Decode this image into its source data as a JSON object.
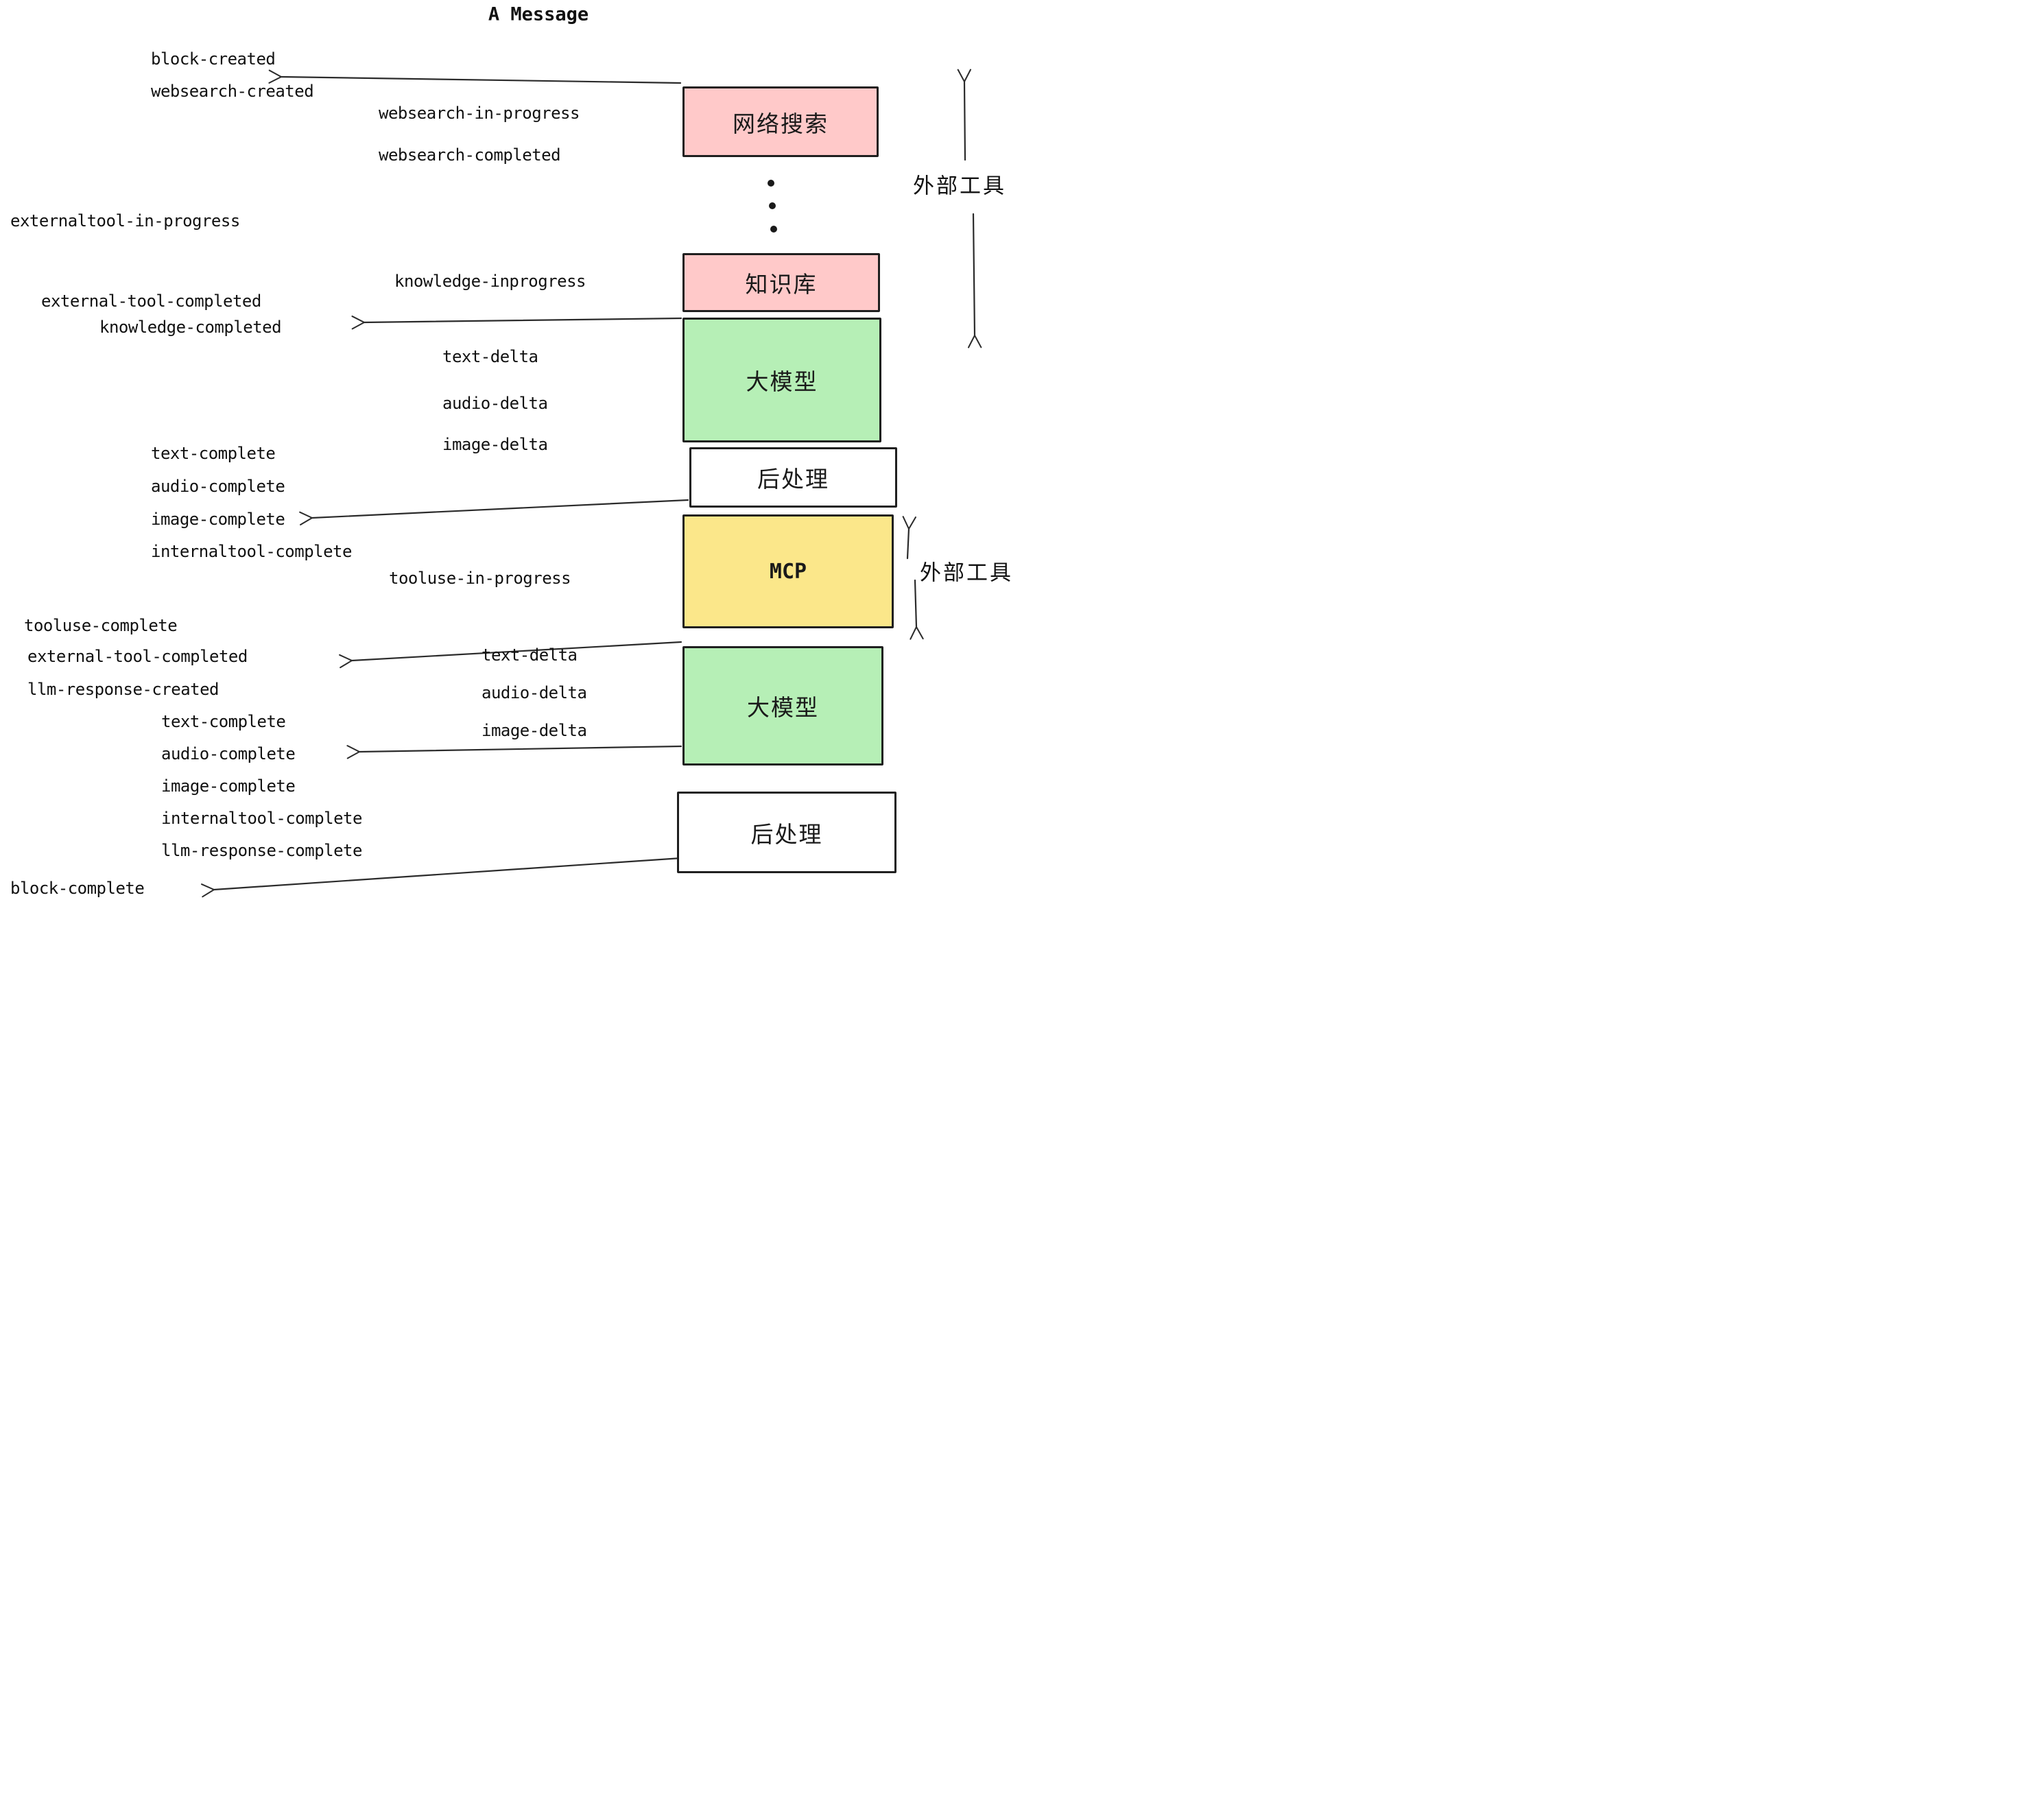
{
  "title": "A Message",
  "colors": {
    "background": "#ffffff",
    "text": "#111111",
    "line": "#2b2b2b",
    "pink": "#ffc9c9",
    "green": "#b6efb6",
    "yellow": "#fbe78a",
    "white": "#ffffff"
  },
  "boxes": [
    {
      "label": "网络搜索",
      "color": "#ffc9c9"
    },
    {
      "label": "知识库",
      "color": "#ffc9c9"
    },
    {
      "label": "大模型",
      "color": "#b6efb6"
    },
    {
      "label": "后处理",
      "color": "#ffffff"
    },
    {
      "label": "MCP",
      "color": "#fbe78a"
    },
    {
      "label": "大模型",
      "color": "#b6efb6"
    },
    {
      "label": "后处理",
      "color": "#ffffff"
    }
  ],
  "side_labels": {
    "external_tool_top": "外部工具",
    "external_tool_mcp": "外部工具"
  },
  "events": {
    "block_created": "block-created",
    "websearch_created": "websearch-created",
    "websearch_in_progress": "websearch-in-progress",
    "websearch_completed": "websearch-completed",
    "externaltool_in_progress": "externaltool-in-progress",
    "knowledge_inprogress": "knowledge-inprogress",
    "external_tool_completed": "external-tool-completed",
    "knowledge_completed": "knowledge-completed",
    "text_delta": "text-delta",
    "audio_delta": "audio-delta",
    "image_delta": "image-delta",
    "text_complete": "text-complete",
    "audio_complete": "audio-complete",
    "image_complete": "image-complete",
    "internaltool_complete": "internaltool-complete",
    "tooluse_in_progress": "tooluse-in-progress",
    "tooluse_complete": "tooluse-complete",
    "llm_response_created": "llm-response-created",
    "llm_response_complete": "llm-response-complete",
    "block_complete": "block-complete"
  }
}
